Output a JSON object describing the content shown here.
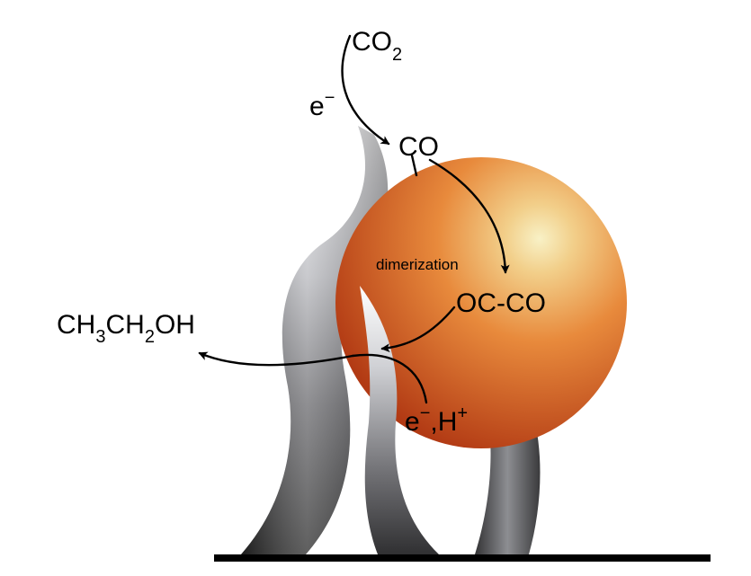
{
  "labels": {
    "co2": {
      "main": "CO",
      "sub": "2"
    },
    "electron": {
      "main": "e",
      "sup": "−"
    },
    "co": "CO",
    "dimerization": "dimerization",
    "occo": "OC-CO",
    "ethanol": {
      "p1": "CH",
      "s1": "3",
      "p2": "CH",
      "s2": "2",
      "p3": "OH"
    },
    "proton_electron": {
      "e": "e",
      "sup1": "−",
      "mid": ",H",
      "sup2": "+"
    }
  },
  "colors": {
    "sphere_center": "#f8f1c6",
    "sphere_mid": "#e88a3c",
    "sphere_edge": "#b23a14",
    "stem_light": "#e8e8ea",
    "stem_dark": "#2a2a2a",
    "substrate": "#000000",
    "arrow": "#000000"
  }
}
